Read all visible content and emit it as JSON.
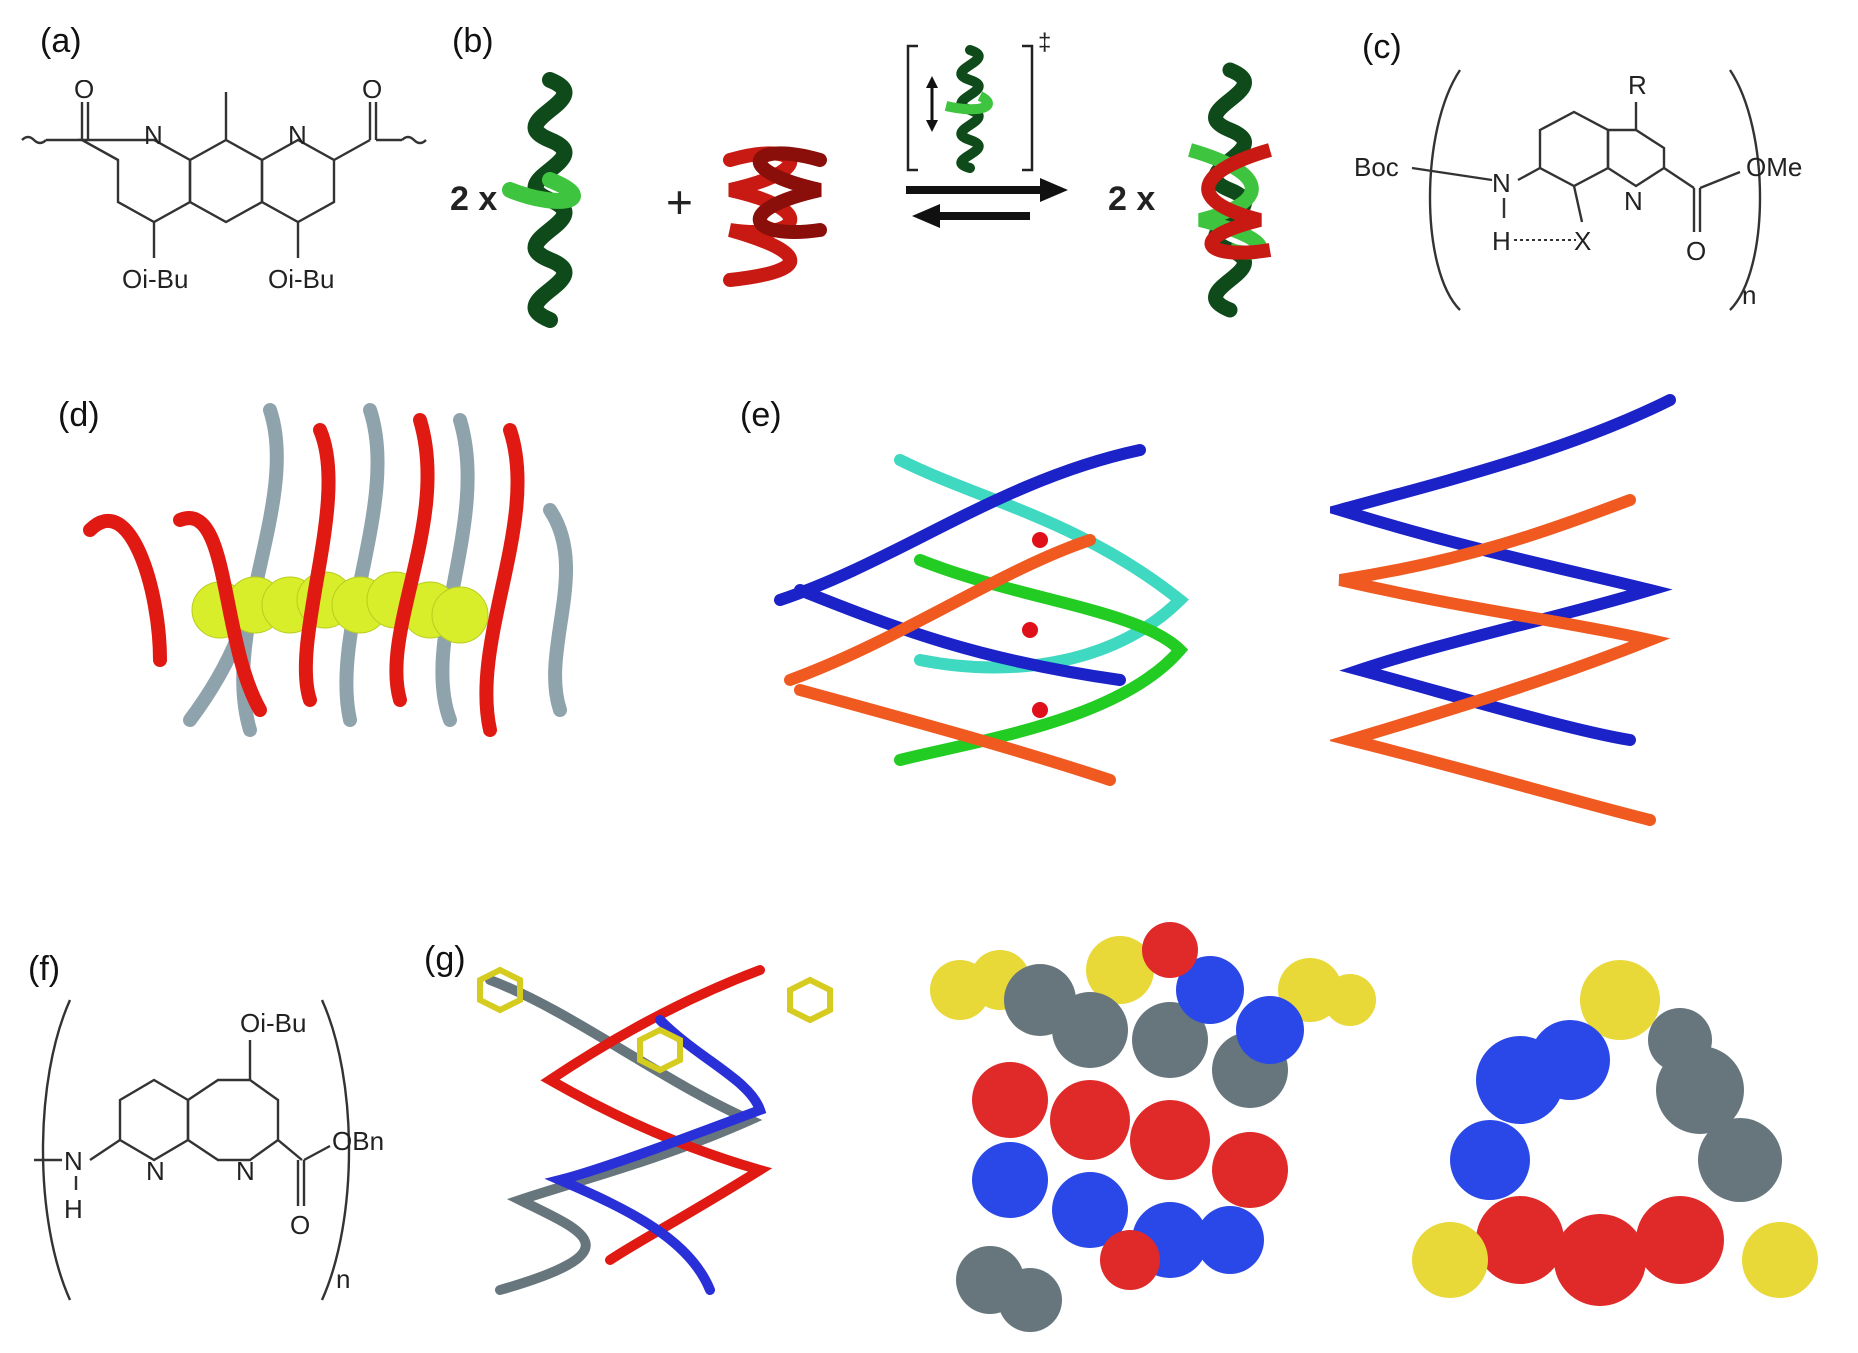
{
  "labels": {
    "a": "(a)",
    "b": "(b)",
    "c": "(c)",
    "d": "(d)",
    "e": "(e)",
    "f": "(f)",
    "g": "(g)"
  },
  "panel_a": {
    "atom_o": "O",
    "atom_n": "N",
    "sub1": "Oi-Bu",
    "sub2": "Oi-Bu"
  },
  "panel_b": {
    "coef1": "2 x",
    "plus": "+",
    "coef2": "2 x",
    "ts_mark": "‡"
  },
  "panel_c": {
    "r_group": "R",
    "boc": "Boc",
    "n_atom": "N",
    "h_atom": "H",
    "x_atom": "X",
    "n_ring": "N",
    "o_atom": "O",
    "ome": "OMe",
    "n_sub": "n"
  },
  "panel_f": {
    "oibu": "Oi-Bu",
    "n_atom": "N",
    "h_atom": "H",
    "n_ring1": "N",
    "n_ring2": "N",
    "o_atom": "O",
    "obn": "OBn",
    "n_sub": "n"
  },
  "colors": {
    "helix_dark_green": "#0f4a1a",
    "helix_light_green": "#3fc43f",
    "helix_red": "#c81a12",
    "grey_strand": "#8fa3ad",
    "yellow_guest": "#d8ee2a",
    "blue_strand": "#1a22c8",
    "orange_strand": "#f05a20",
    "cyan_strand": "#3fd8c0",
    "green_strand": "#22cc22",
    "sphere_blue": "#2a48e8",
    "sphere_red": "#e02a2a",
    "sphere_grey": "#66767c",
    "sphere_yellow": "#e8d838"
  }
}
